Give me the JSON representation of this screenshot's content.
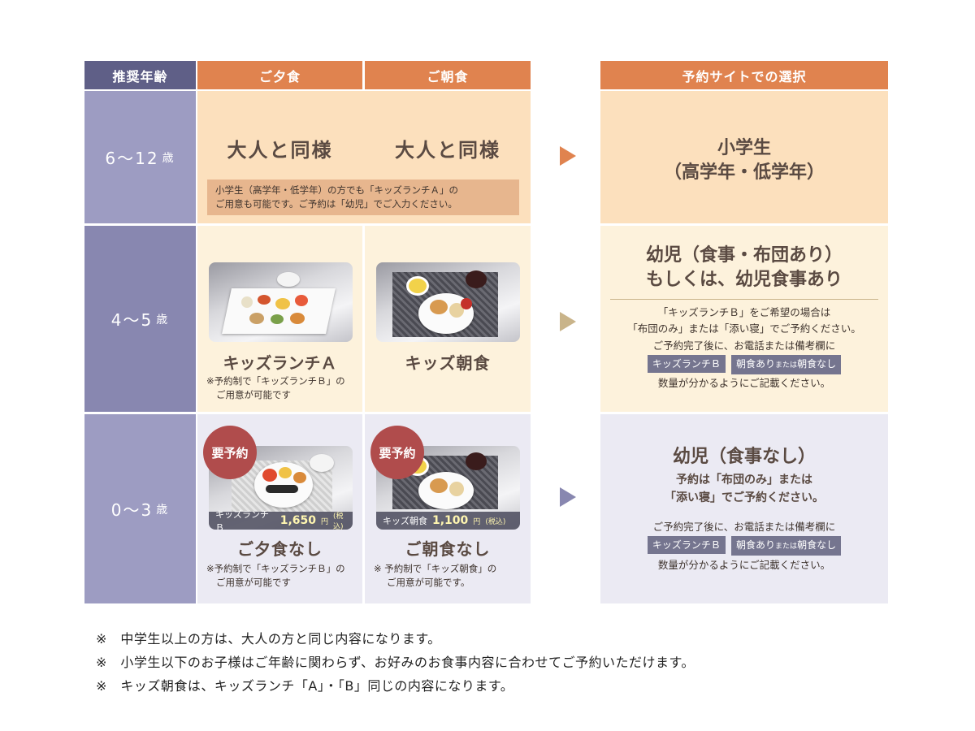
{
  "headers": {
    "age": "推奨年齢",
    "dinner": "ご夕食",
    "breakfast": "ご朝食",
    "selection": "予約サイトでの選択"
  },
  "rows": [
    {
      "age": "6～12",
      "age_unit": "歳",
      "dinner": "大人と同様",
      "breakfast": "大人と同様",
      "note_line1": "小学生（高学年・低学年）の方でも「キッズランチＡ」の",
      "note_line2": "ご用意も可能です。ご予約は「幼児」でご入力ください。",
      "selection_line1": "小学生",
      "selection_line2": "（高学年・低学年）"
    },
    {
      "age": "4～5",
      "age_unit": "歳",
      "dinner_title": "キッズランチＡ",
      "dinner_note1": "※予約制で「キッズランチＢ」の",
      "dinner_note2": "ご用意が可能です",
      "breakfast_title": "キッズ朝食",
      "selection_line1": "幼児（食事・布団あり）",
      "selection_line2": "もしくは、幼児食事あり",
      "sel_note1": "「キッズランチＢ」をご希望の場合は",
      "sel_note2": "「布団のみ」または「添い寝」でご予約ください。",
      "sel_note3": "ご予約完了後に、お電話または備考欄に",
      "tag1": "キッズランチＢ",
      "tag2": "朝食あり",
      "tag_or": "または",
      "tag3": "朝食なし",
      "sel_note4": "数量が分かるようにご記載ください。"
    },
    {
      "age": "0～3",
      "age_unit": "歳",
      "badge": "要予約",
      "dinner_price_label": "キッズランチＢ",
      "dinner_price": "1,650",
      "dinner_price_unit": "円",
      "tax": "(税込)",
      "dinner_title": "ご夕食なし",
      "dinner_note1": "※予約制で「キッズランチＢ」の",
      "dinner_note2": "ご用意が可能です",
      "breakfast_price_label": "キッズ朝食",
      "breakfast_price": "1,100",
      "breakfast_price_unit": "円",
      "breakfast_title": "ご朝食なし",
      "breakfast_note1": "※ 予約制で「キッズ朝食」の",
      "breakfast_note2": "ご用意が可能です。",
      "selection_line1": "幼児（食事なし）",
      "sel_note1": "予約は「布団のみ」または",
      "sel_note2": "「添い寝」でご予約ください。",
      "sel_note3": "ご予約完了後に、お電話または備考欄に",
      "tag1": "キッズランチＢ",
      "tag2": "朝食あり",
      "tag_or": "または",
      "tag3": "朝食なし",
      "sel_note4": "数量が分かるようにご記載ください。"
    }
  ],
  "footnotes": [
    "※　中学生以上の方は、大人の方と同じ内容になります。",
    "※　小学生以下のお子様はご年齢に関わらず、お好みのお食事内容に合わせてご予約いただけます。",
    "※　キッズ朝食は、キッズランチ「A」・「B」同じの内容になります。"
  ],
  "colors": {
    "header_age": "#5f5f87",
    "header_meal": "#e0834f",
    "row1_bg": "#fce0bd",
    "row2_bg": "#fdf2dc",
    "row3_bg": "#ebeaf3",
    "badge": "#b04c4c"
  }
}
